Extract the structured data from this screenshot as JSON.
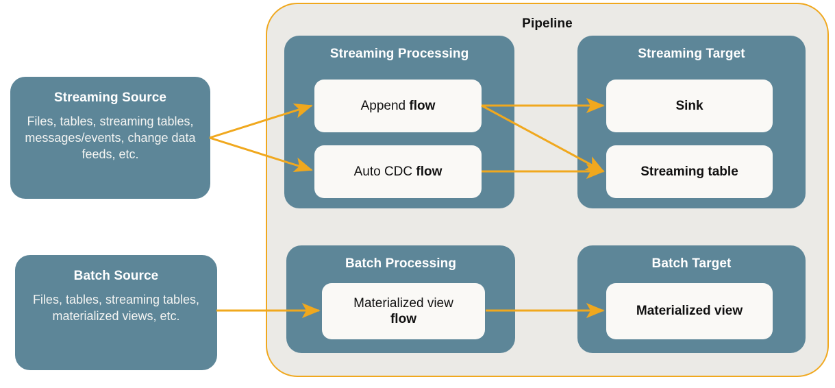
{
  "diagram": {
    "type": "flow-diagram",
    "title": "Pipeline",
    "accent_color": "#f0a81e",
    "box_color": "#5d8698",
    "card_color": "#faf9f6",
    "container_color": "#ebeae6"
  },
  "sources": [
    {
      "id": "streaming-source",
      "title": "Streaming Source",
      "body": "Files, tables, streaming tables, messages/events, change data feeds, etc."
    },
    {
      "id": "batch-source",
      "title": "Batch Source",
      "body": "Files, tables, streaming tables, materialized views, etc."
    }
  ],
  "groups": [
    {
      "id": "streaming-processing",
      "title": "Streaming Processing",
      "cards": [
        {
          "id": "append-flow",
          "prefix": "Append ",
          "bold": "flow",
          "style": "mixed"
        },
        {
          "id": "auto-cdc-flow",
          "prefix": "Auto CDC ",
          "bold": "flow",
          "style": "mixed"
        }
      ]
    },
    {
      "id": "streaming-target",
      "title": "Streaming Target",
      "cards": [
        {
          "id": "sink",
          "label": "Sink",
          "style": "bold"
        },
        {
          "id": "streaming-table",
          "label": "Streaming table",
          "style": "bold"
        }
      ]
    },
    {
      "id": "batch-processing",
      "title": "Batch Processing",
      "cards": [
        {
          "id": "materialized-view-flow",
          "prefix": "Materialized view",
          "bold": "flow",
          "style": "mixed-wrap"
        }
      ]
    },
    {
      "id": "batch-target",
      "title": "Batch Target",
      "cards": [
        {
          "id": "materialized-view",
          "label": "Materialized view",
          "style": "bold"
        }
      ]
    }
  ],
  "connections": [
    {
      "from": "streaming-source",
      "to": "append-flow"
    },
    {
      "from": "streaming-source",
      "to": "auto-cdc-flow"
    },
    {
      "from": "append-flow",
      "to": "sink"
    },
    {
      "from": "append-flow",
      "to": "streaming-table"
    },
    {
      "from": "auto-cdc-flow",
      "to": "streaming-table"
    },
    {
      "from": "batch-source",
      "to": "materialized-view-flow"
    },
    {
      "from": "materialized-view-flow",
      "to": "materialized-view"
    }
  ]
}
